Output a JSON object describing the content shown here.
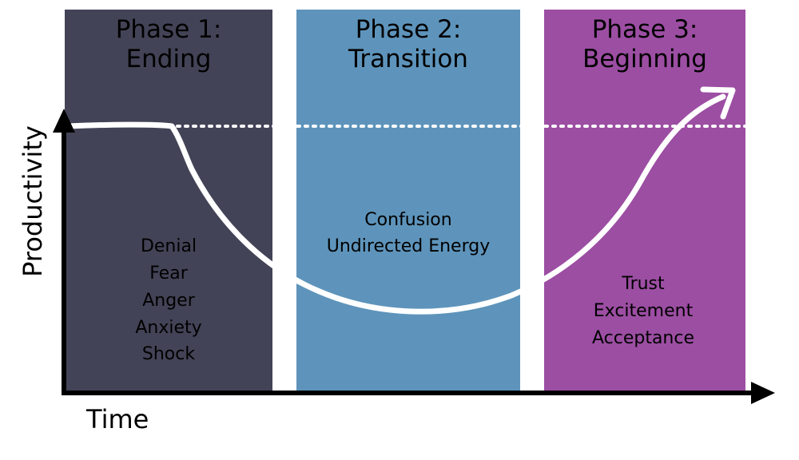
{
  "colors": {
    "phase1": "#434357",
    "phase2": "#5e94bb",
    "phase3": "#9c4ea3",
    "curve": "#ffffff",
    "axis": "#000000",
    "background": "#ffffff"
  },
  "phases": [
    {
      "title_line1": "Phase 1:",
      "title_line2": "Ending",
      "words": [
        "Denial",
        "Fear",
        "Anger",
        "Anxiety",
        "Shock"
      ]
    },
    {
      "title_line1": "Phase 2:",
      "title_line2": "Transition",
      "words": [
        "Confusion",
        "Undirected Energy"
      ]
    },
    {
      "title_line1": "Phase 3:",
      "title_line2": "Beginning",
      "words": [
        "Trust",
        "Excitement",
        "Acceptance"
      ]
    }
  ],
  "axes": {
    "x_label": "Time",
    "y_label": "Productivity"
  },
  "curve": {
    "description_icon": "arrow-head-icon",
    "baseline_style": "dotted"
  }
}
